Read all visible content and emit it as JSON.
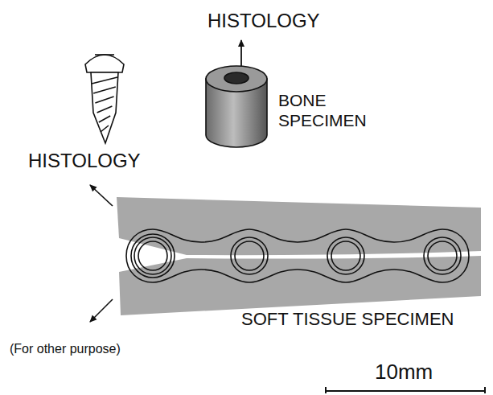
{
  "diagram": {
    "labels": [
      "HISTOLOGY",
      "BONE SPECIMEN",
      "HISTOLOGY",
      "SOFT TISSUE SPECIMEN",
      "(For other purpose)",
      "10mm"
    ]
  }
}
